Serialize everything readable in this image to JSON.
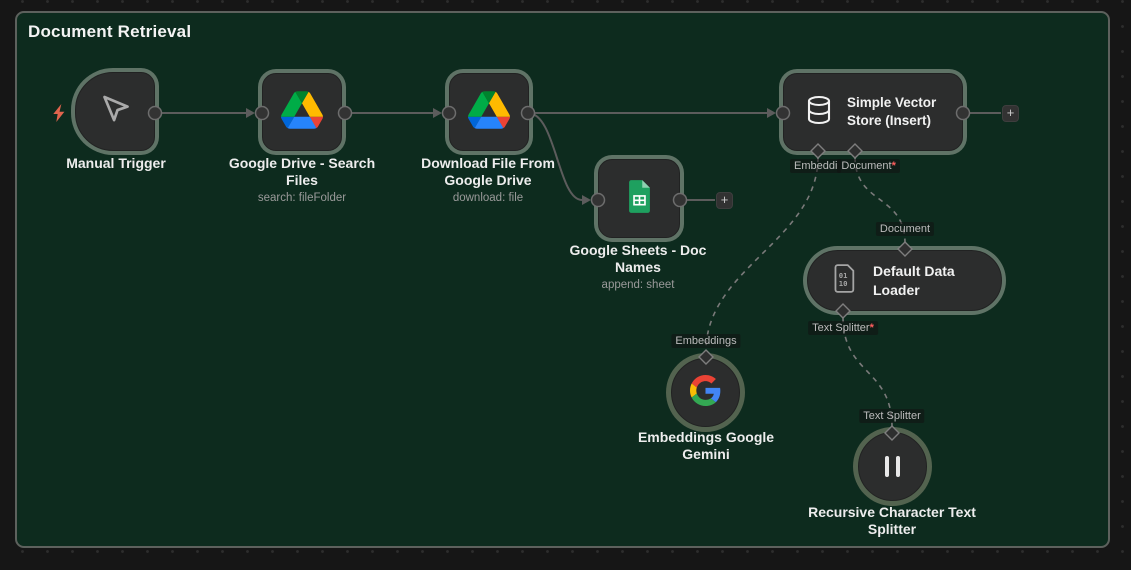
{
  "sticky": {
    "title": "Document Retrieval"
  },
  "nodes": {
    "manual_trigger": {
      "label": "Manual Trigger",
      "icon": "cursor-icon"
    },
    "gdrive_search": {
      "label": "Google Drive - Search Files",
      "subtitle": "search: fileFolder",
      "icon": "google-drive-icon"
    },
    "gdrive_download": {
      "label": "Download File From Google Drive",
      "subtitle": "download: file",
      "icon": "google-drive-icon"
    },
    "gsheets": {
      "label": "Google Sheets - Doc Names",
      "subtitle": "append: sheet",
      "icon": "google-sheets-icon"
    },
    "vector_store": {
      "title": "Simple Vector Store (Insert)",
      "icon": "database-icon"
    },
    "data_loader": {
      "title": "Default Data Loader",
      "icon": "binary-file-icon"
    },
    "gemini": {
      "label": "Embeddings Google Gemini",
      "icon": "google-g-icon"
    },
    "text_splitter": {
      "label": "Recursive Character Text Splitter",
      "icon": "pause-bars-icon"
    }
  },
  "connector_labels": {
    "embedding_truncated": "Embeddi",
    "document_required": "Document",
    "document": "Document",
    "text_splitter_required": "Text Splitter",
    "embeddings": "Embeddings",
    "text_splitter": "Text Splitter",
    "required_marker": "*"
  },
  "ui": {
    "plus": "+"
  },
  "colors": {
    "canvas_bg": "#161616",
    "sticky_bg": "#0d2b1e",
    "sticky_border": "#5d615d",
    "node_fill": "#2c2d2d",
    "node_ring": "#5f7366",
    "connection_line": "#5c5c5c",
    "required_marker": "#ff5e5e",
    "trigger_bolt": "#e0644d"
  }
}
